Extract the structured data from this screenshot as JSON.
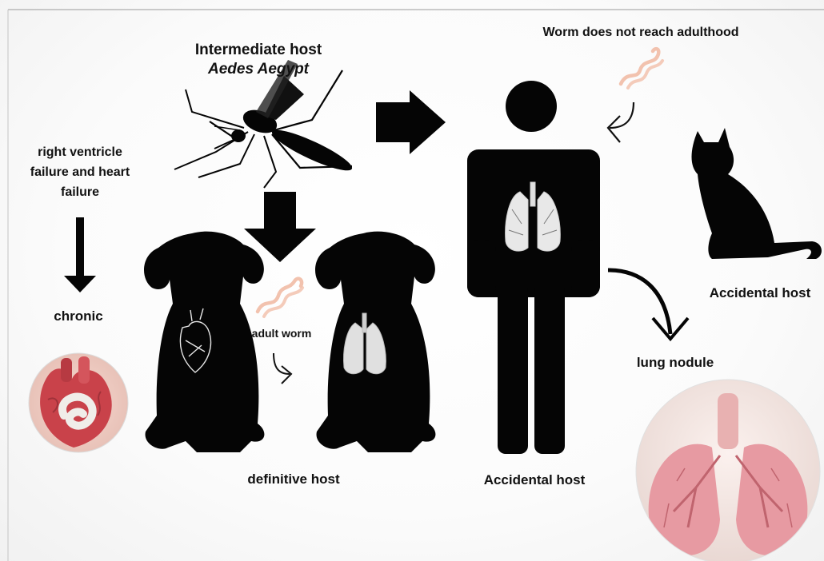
{
  "title": "Intermediate host",
  "subtitle": "Aedes Aegypt",
  "labels": {
    "worm_not_adult": "Worm does not reach adulthood",
    "right_ventricle": "right ventricle failure and heart failure",
    "chronic": "chronic",
    "adult_worm": "adult worm",
    "definitive_host": "definitive host",
    "accidental_host_human": "Accidental host",
    "accidental_host_cat": "Accidental host",
    "lung_nodule": "lung nodule"
  },
  "colors": {
    "silhouette": "#050505",
    "worm": "#f2c2ae",
    "heart_red": "#c9424a",
    "lung_pink": "#e79aa2"
  }
}
